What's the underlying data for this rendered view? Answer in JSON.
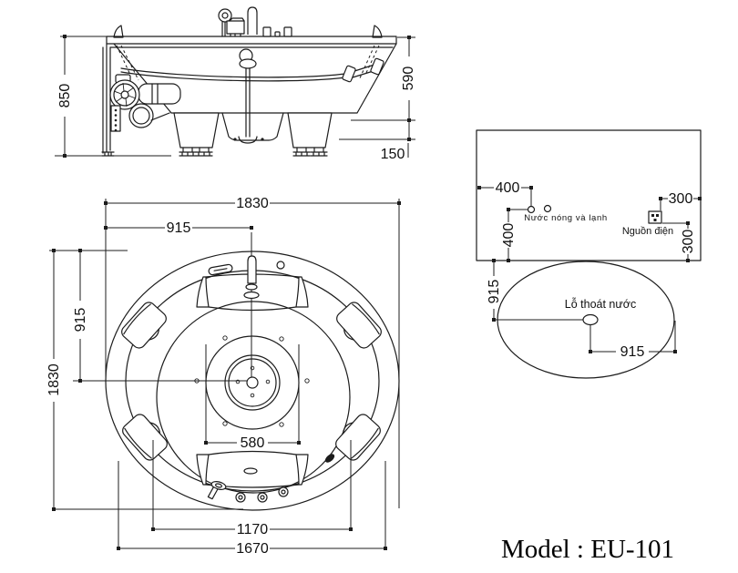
{
  "drawing": {
    "model_label": "Model : EU-101",
    "front_view": {
      "dim_height_total": "850",
      "dim_height_body": "590",
      "dim_height_base": "150"
    },
    "plan_view": {
      "dim_diameter_top": "1830",
      "dim_radius_top": "915",
      "dim_radius_left": "915",
      "dim_diameter_left": "1830",
      "dim_seat": "580",
      "dim_base_inner": "1170",
      "dim_base_outer": "1670"
    },
    "installation": {
      "dim_water_x": "400",
      "dim_water_y": "400",
      "dim_power_x": "300",
      "dim_power_y": "300",
      "dim_drain_wall": "915",
      "dim_drain_right": "915",
      "label_water": "Nước nóng và lạnh",
      "label_power": "Nguồn điện",
      "label_drain": "Lỗ thoát nước"
    },
    "colors": {
      "line": "#1c1c1c",
      "background": "#ffffff"
    }
  }
}
